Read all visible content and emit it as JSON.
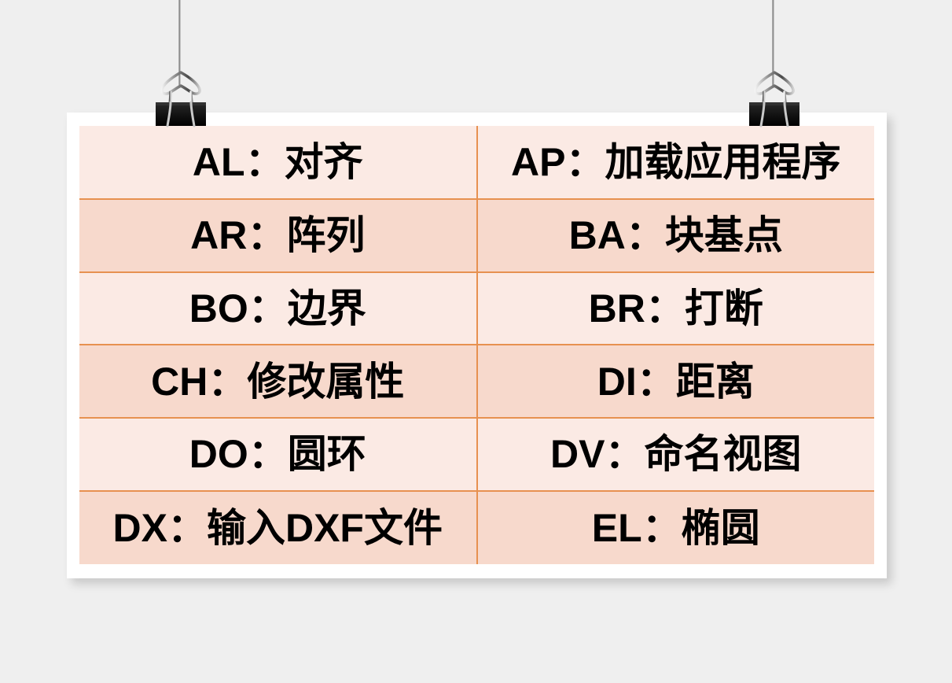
{
  "background_color": "#efefef",
  "card": {
    "background_color": "#ffffff",
    "name": "paper-card"
  },
  "clips": [
    {
      "name": "binder-clip-left",
      "color": "#1d1d1d"
    },
    {
      "name": "binder-clip-right",
      "color": "#1d1d1d"
    }
  ],
  "strings": [
    {
      "name": "hanging-string-left"
    },
    {
      "name": "hanging-string-right"
    }
  ],
  "table": {
    "row_light_color": "#fbeae4",
    "row_dark_color": "#f7d9cc",
    "divider_color": "#e79150",
    "separator": "：",
    "rows": [
      {
        "style": "light",
        "left": {
          "code": "AL",
          "label": "对齐",
          "text": "AL：对齐"
        },
        "right": {
          "code": "AP",
          "label": "加载应用程序",
          "text": "AP：加载应用程序"
        }
      },
      {
        "style": "dark",
        "left": {
          "code": "AR",
          "label": "阵列",
          "text": "AR：阵列"
        },
        "right": {
          "code": "BA",
          "label": "块基点",
          "text": "BA：块基点"
        }
      },
      {
        "style": "light",
        "left": {
          "code": "BO",
          "label": "边界",
          "text": "BO：边界"
        },
        "right": {
          "code": "BR",
          "label": "打断",
          "text": "BR：打断"
        }
      },
      {
        "style": "dark",
        "left": {
          "code": "CH",
          "label": "修改属性",
          "text": "CH：修改属性"
        },
        "right": {
          "code": "DI",
          "label": "距离",
          "text": "DI：距离"
        }
      },
      {
        "style": "light",
        "left": {
          "code": "DO",
          "label": "圆环",
          "text": "DO：圆环"
        },
        "right": {
          "code": "DV",
          "label": "命名视图",
          "text": "DV：命名视图"
        }
      },
      {
        "style": "dark",
        "left": {
          "code": "DX",
          "label": "输入DXF文件",
          "text": "DX：输入DXF文件"
        },
        "right": {
          "code": "EL",
          "label": "椭圆",
          "text": "EL：椭圆"
        }
      }
    ]
  }
}
